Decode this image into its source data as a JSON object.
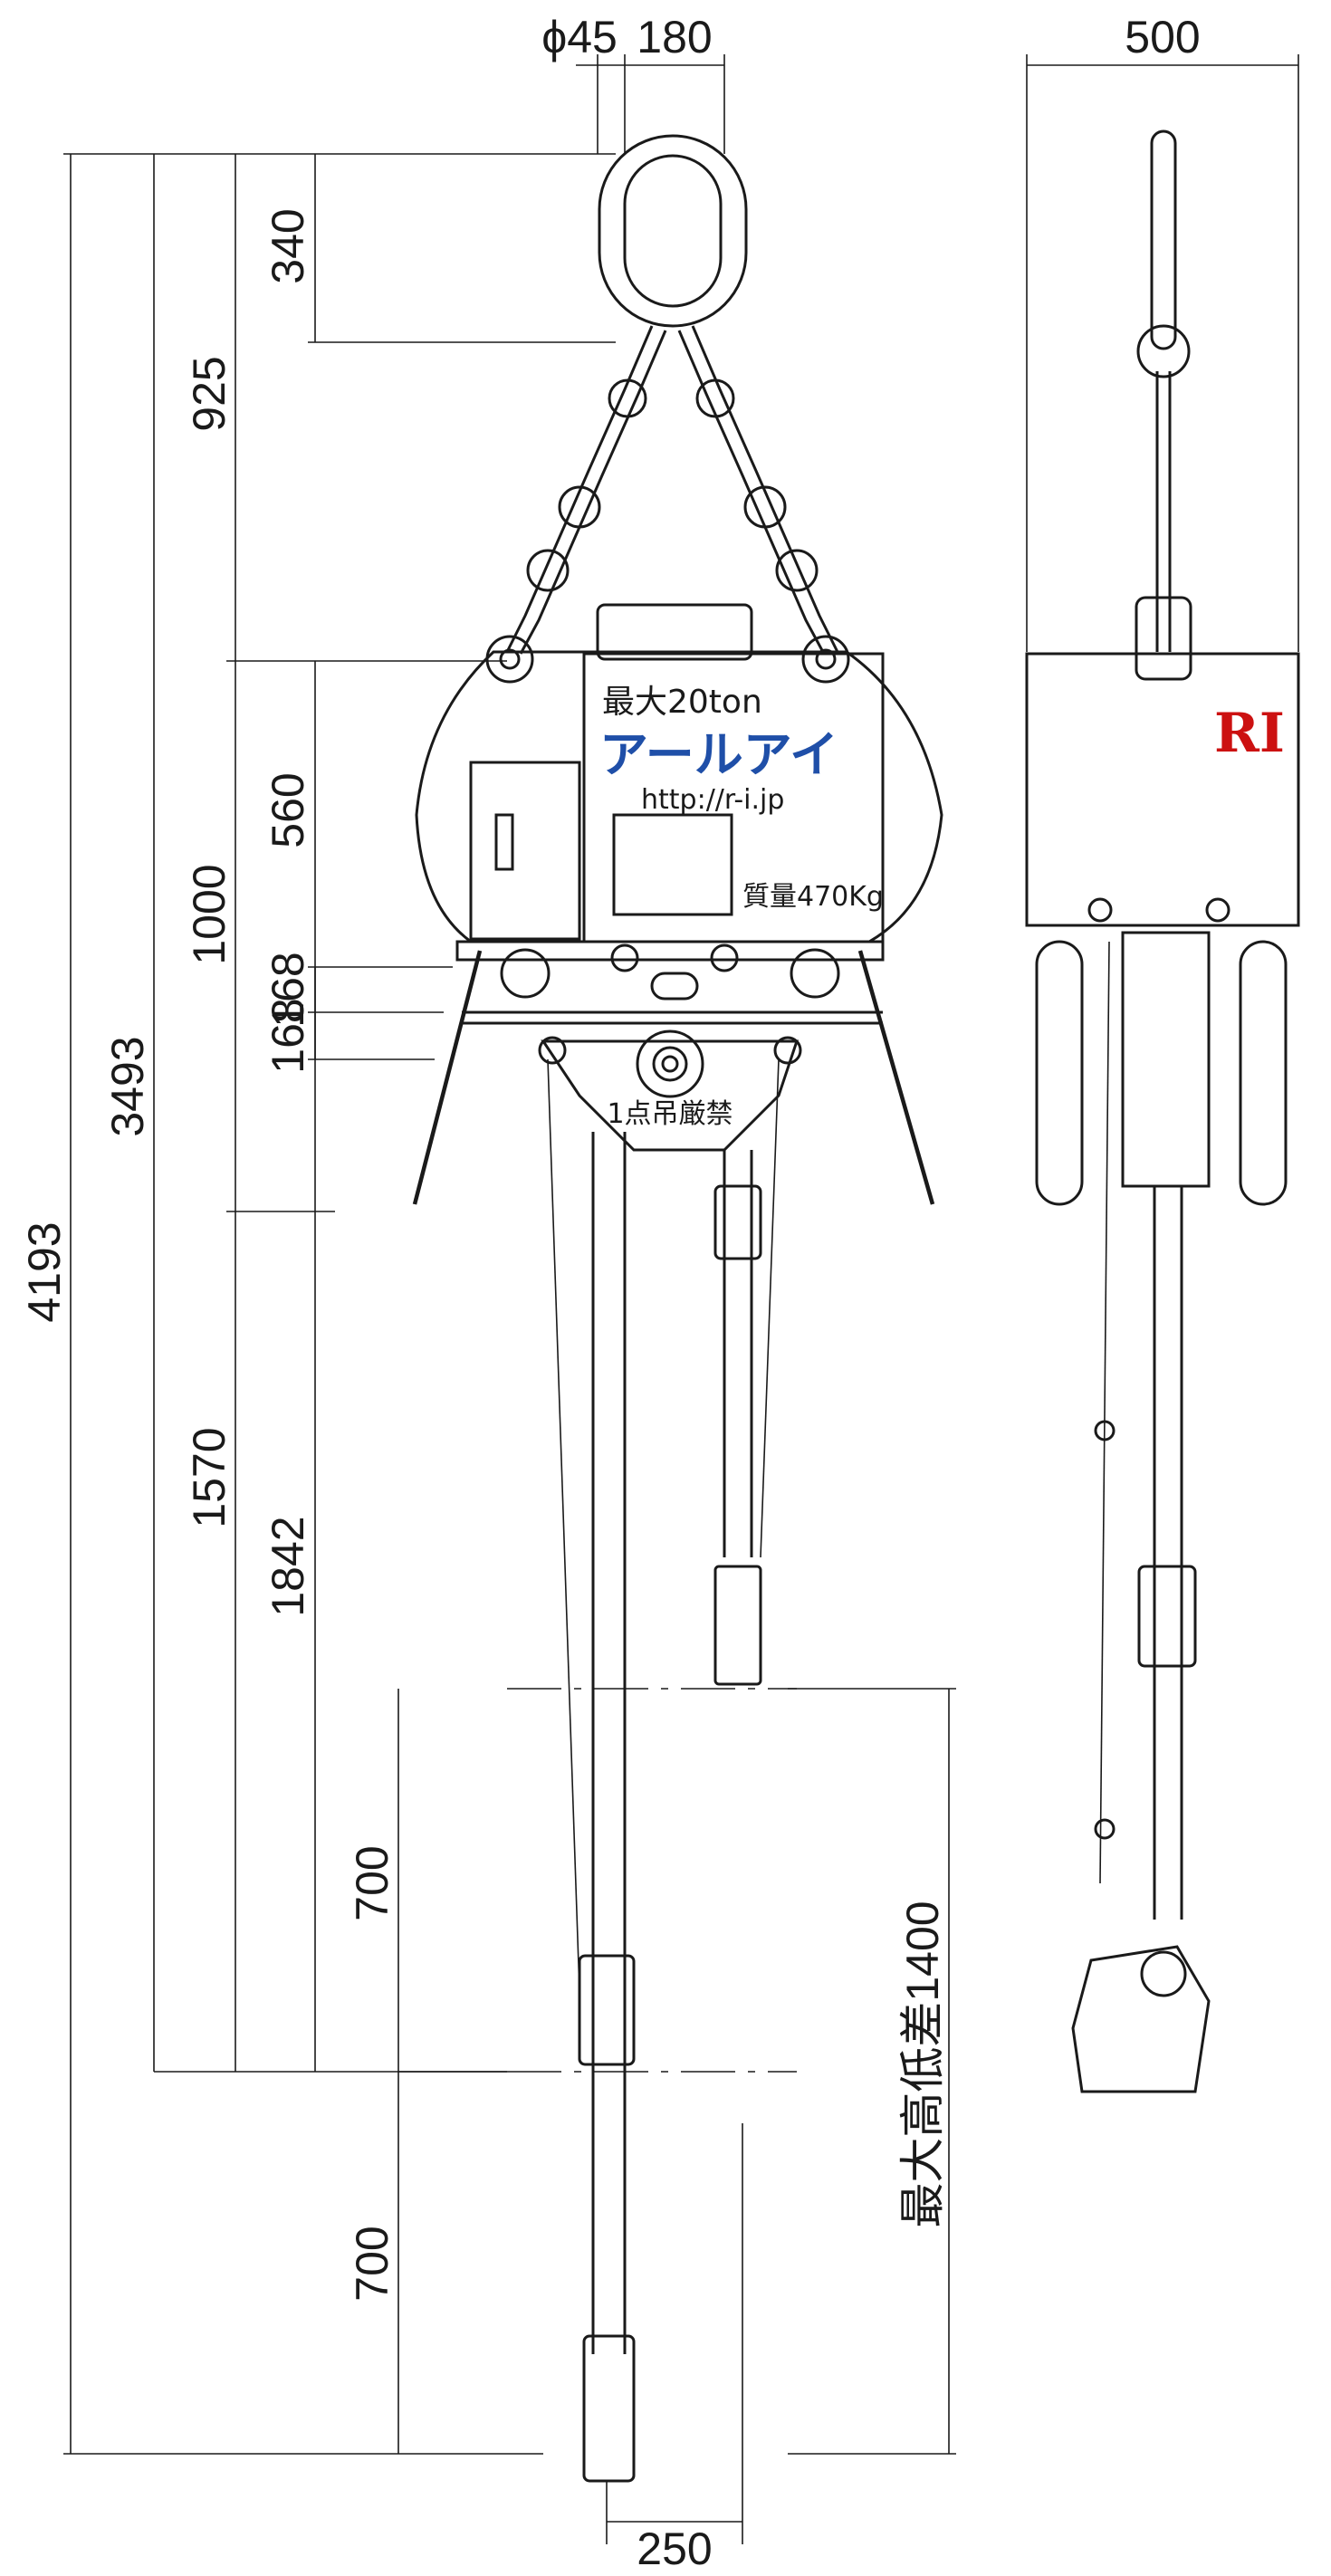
{
  "dimensions": {
    "phi45": "ϕ45",
    "d180": "180",
    "d500": "500",
    "d340": "340",
    "d925": "925",
    "d4193": "4193",
    "d3493": "3493",
    "d1000": "1000",
    "d560": "560",
    "d168a": "168",
    "d168b": "168",
    "d1570": "1570",
    "d1842": "1842",
    "d700a": "700",
    "d700b": "700",
    "d1400": "最大高低差1400",
    "d250": "250"
  },
  "labels": {
    "capacity": "最大20ton",
    "brand": "アールアイ",
    "url": "http://r-i.jp",
    "weight": "質量470Kg",
    "warning": "1点吊厳禁",
    "logo": "RI"
  },
  "colors": {
    "brand_blue": "#1f4fa8",
    "logo_red": "#cc1111",
    "line": "#1a1a1a"
  }
}
